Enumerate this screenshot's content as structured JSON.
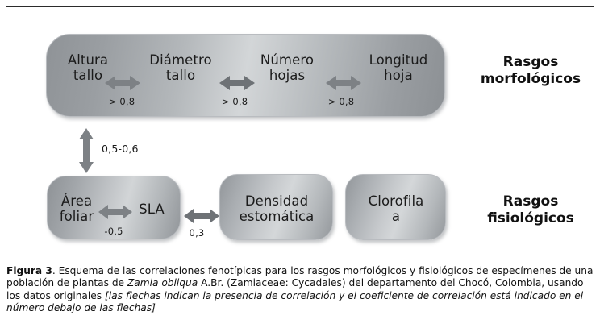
{
  "figure": {
    "boxes": {
      "morfologicos": {
        "nodes": [
          {
            "id": "altura-tallo",
            "label": "Altura\ntallo"
          },
          {
            "id": "diametro-tallo",
            "label": "Diámetro\ntallo"
          },
          {
            "id": "numero-hojas",
            "label": "Número\nhojas"
          },
          {
            "id": "longitud-hoja",
            "label": "Longitud\nhoja"
          }
        ]
      },
      "area_sla": {
        "nodes": [
          {
            "id": "area-foliar",
            "label": "Área\nfoliar"
          },
          {
            "id": "sla",
            "label": "SLA"
          }
        ]
      },
      "densidad": {
        "label": "Densidad\nestomática"
      },
      "clorofila": {
        "label": "Clorofila\na"
      }
    },
    "group_headings": {
      "morfologicos": "Rasgos\nmorfológicos",
      "fisiologicos": "Rasgos\nfisiológicos"
    },
    "coefficients": {
      "altura_diametro": "> 0,8",
      "diametro_numero": "> 0,8",
      "numero_longitud": "> 0,8",
      "area_sla": "-0,5",
      "sla_densidad": "0,3",
      "morfologicos_fisiologicos": "0,5-0,6"
    },
    "arrow_color": "#7d8185",
    "box_border_color": "#b9bcc0",
    "text_color": "#1b1b1b"
  },
  "caption": {
    "figure_number": "Figura 3",
    "part1": ". Esquema de las correlaciones fenotípicas para los rasgos morfológicos y fisiológicos de especímenes de una población de plantas de ",
    "species": "Zamia obliqua",
    "part2": " A.Br. (Zamiaceae: Cycadales) del departamento del Chocó, Colombia, usando los datos originales ",
    "note": "[las flechas indican la presencia de correlación y el coeficiente de correlación está indicado en el número debajo de las flechas]"
  }
}
